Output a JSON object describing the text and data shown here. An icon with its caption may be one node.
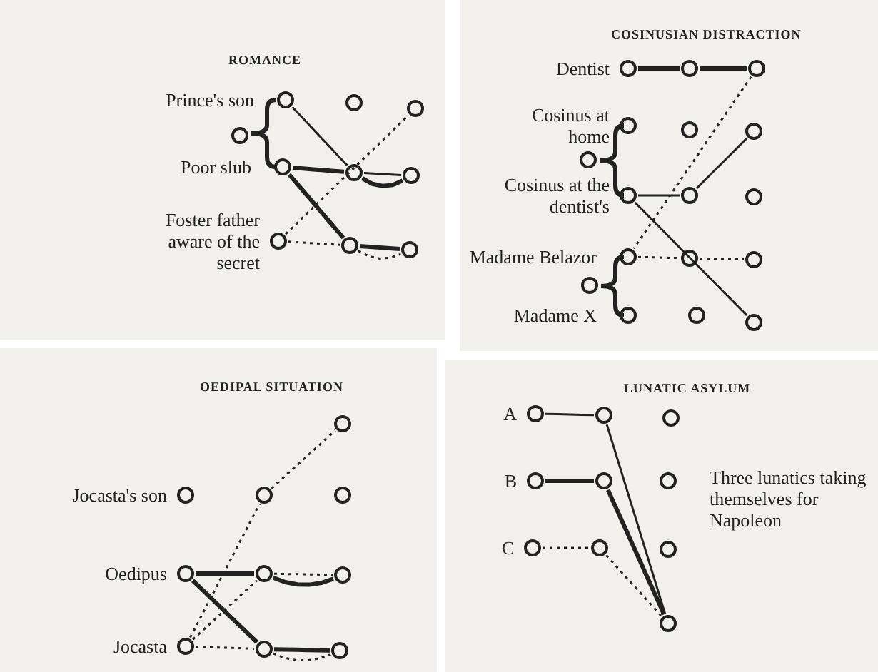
{
  "diagram": {
    "nodes": [
      {
        "text": [],
        "shape": "circle",
        "beside": [
          "Prince's son"
        ]
      },
      {
        "text": [],
        "shape": "circle"
      },
      {
        "text": [],
        "shape": "circle"
      },
      {
        "text": [],
        "shape": "circle"
      },
      {
        "text": [],
        "shape": "circle",
        "beside": [
          "Poor slub"
        ]
      },
      {
        "text": [],
        "shape": "circle"
      },
      {
        "text": [],
        "shape": "circle"
      },
      {
        "text": [],
        "shape": "circle",
        "beside": [
          "Foster father aware of the secret"
        ]
      },
      {
        "text": [],
        "shape": "circle"
      },
      {
        "text": [],
        "shape": "circle"
      },
      {
        "text": [],
        "shape": "circle",
        "beside": [
          "Dentist"
        ]
      },
      {
        "text": [],
        "shape": "circle"
      },
      {
        "text": [],
        "shape": "circle"
      },
      {
        "text": [],
        "shape": "circle",
        "beside": [
          "Cosinus at home"
        ]
      },
      {
        "text": [],
        "shape": "circle"
      },
      {
        "text": [],
        "shape": "circle"
      },
      {
        "text": [],
        "shape": "circle"
      },
      {
        "text": [],
        "shape": "circle",
        "beside": [
          "Cosinus at the dentist's"
        ]
      },
      {
        "text": [],
        "shape": "circle"
      },
      {
        "text": [],
        "shape": "circle"
      },
      {
        "text": [],
        "shape": "circle",
        "beside": [
          "Madame Belazor"
        ]
      },
      {
        "text": [],
        "shape": "circle"
      },
      {
        "text": [],
        "shape": "circle"
      },
      {
        "text": [],
        "shape": "circle"
      },
      {
        "text": [],
        "shape": "circle",
        "beside": [
          "Madame X"
        ]
      },
      {
        "text": [],
        "shape": "circle"
      },
      {
        "text": [],
        "shape": "circle"
      },
      {
        "text": [],
        "shape": "circle"
      },
      {
        "text": [],
        "shape": "circle",
        "beside": [
          "Jocasta's son"
        ]
      },
      {
        "text": [],
        "shape": "circle"
      },
      {
        "text": [],
        "shape": "circle"
      },
      {
        "text": [],
        "shape": "circle",
        "beside": [
          "Oedipus"
        ]
      },
      {
        "text": [],
        "shape": "circle"
      },
      {
        "text": [],
        "shape": "circle"
      },
      {
        "text": [],
        "shape": "circle",
        "beside": [
          "Jocasta"
        ]
      },
      {
        "text": [],
        "shape": "circle"
      },
      {
        "text": [],
        "shape": "circle"
      },
      {
        "text": [],
        "shape": "circle",
        "beside": [
          "A"
        ]
      },
      {
        "text": [],
        "shape": "circle"
      },
      {
        "text": [],
        "shape": "circle"
      },
      {
        "text": [],
        "shape": "circle",
        "beside": [
          "B"
        ]
      },
      {
        "text": [],
        "shape": "circle"
      },
      {
        "text": [],
        "shape": "circle"
      },
      {
        "text": [],
        "shape": "circle",
        "beside": [
          "C"
        ]
      },
      {
        "text": [],
        "shape": "circle"
      },
      {
        "text": [],
        "shape": "circle"
      },
      {
        "text": [],
        "shape": "circle"
      }
    ],
    "edges": [
      {
        "from": 0,
        "to": 5,
        "arrow": "none"
      },
      {
        "from": 4,
        "to": 5,
        "arrow": "none",
        "style": "thick"
      },
      {
        "from": 5,
        "to": 6,
        "arrow": "none"
      },
      {
        "from": 5,
        "to": 6,
        "arrow": "none",
        "style": "thick"
      },
      {
        "from": 7,
        "to": 2,
        "arrow": "none",
        "style": "dashed"
      },
      {
        "from": 4,
        "to": 8,
        "arrow": "none",
        "style": "thick"
      },
      {
        "from": 7,
        "to": 8,
        "arrow": "none",
        "style": "dashed"
      },
      {
        "from": 8,
        "to": 9,
        "arrow": "none",
        "style": "thick"
      },
      {
        "from": 8,
        "to": 9,
        "arrow": "none",
        "style": "dashed"
      },
      {
        "from": 10,
        "to": 11,
        "arrow": "none",
        "style": "thick"
      },
      {
        "from": 11,
        "to": 12,
        "arrow": "none",
        "style": "thick"
      },
      {
        "from": 12,
        "to": 20,
        "arrow": "none",
        "style": "dashed"
      },
      {
        "from": 17,
        "to": 18,
        "arrow": "none"
      },
      {
        "from": 18,
        "to": 15,
        "arrow": "none"
      },
      {
        "from": 17,
        "to": 26,
        "arrow": "none"
      },
      {
        "from": 20,
        "to": 21,
        "arrow": "none",
        "style": "dashed"
      },
      {
        "from": 21,
        "to": 22,
        "arrow": "none",
        "style": "dashed"
      },
      {
        "from": 34,
        "to": 29,
        "arrow": "none",
        "style": "dashed"
      },
      {
        "from": 29,
        "to": 27,
        "arrow": "none",
        "style": "dashed"
      },
      {
        "from": 31,
        "to": 32,
        "arrow": "none",
        "style": "thick"
      },
      {
        "from": 32,
        "to": 33,
        "arrow": "none",
        "style": "dashed"
      },
      {
        "from": 32,
        "to": 33,
        "arrow": "none",
        "style": "thick"
      },
      {
        "from": 31,
        "to": 35,
        "arrow": "none",
        "style": "thick"
      },
      {
        "from": 34,
        "to": 32,
        "arrow": "none",
        "style": "dashed"
      },
      {
        "from": 34,
        "to": 35,
        "arrow": "none",
        "style": "dashed"
      },
      {
        "from": 35,
        "to": 36,
        "arrow": "none",
        "style": "thick"
      },
      {
        "from": 35,
        "to": 36,
        "arrow": "none",
        "style": "dashed"
      },
      {
        "from": 37,
        "to": 38,
        "arrow": "none"
      },
      {
        "from": 38,
        "to": 46,
        "arrow": "none"
      },
      {
        "from": 40,
        "to": 41,
        "arrow": "none",
        "style": "thick"
      },
      {
        "from": 41,
        "to": 46,
        "arrow": "none",
        "style": "thick"
      },
      {
        "from": 43,
        "to": 44,
        "arrow": "none",
        "style": "dashed"
      },
      {
        "from": 44,
        "to": 46,
        "arrow": "none",
        "style": "dashed"
      }
    ],
    "labels": [
      "ROMANCE",
      "COSINUSIAN DISTRACTION",
      "OEDIPAL SITUATION",
      "LUNATIC ASYLUM",
      "Three lunatics taking themselves for Napoleon"
    ]
  }
}
